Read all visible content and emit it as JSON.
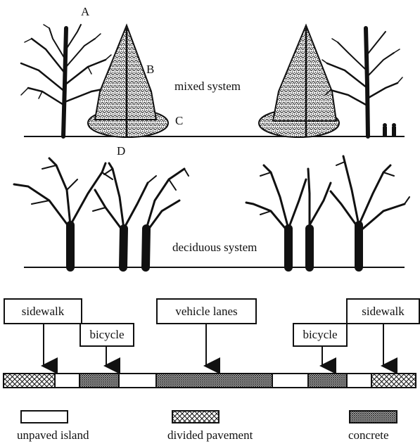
{
  "labels": {
    "A": "A",
    "B": "B",
    "C": "C",
    "D": "D",
    "mixed": "mixed system",
    "deciduous": "deciduous  system"
  },
  "boxes": {
    "sidewalk_left": "sidewalk",
    "bicycle_left": "bicycle",
    "vehicle": "vehicle lanes",
    "bicycle_right": "bicycle",
    "sidewalk_right": "sidewalk"
  },
  "legend": {
    "unpaved": "unpaved island",
    "divided": "divided pavement",
    "concrete": "concrete"
  }
}
